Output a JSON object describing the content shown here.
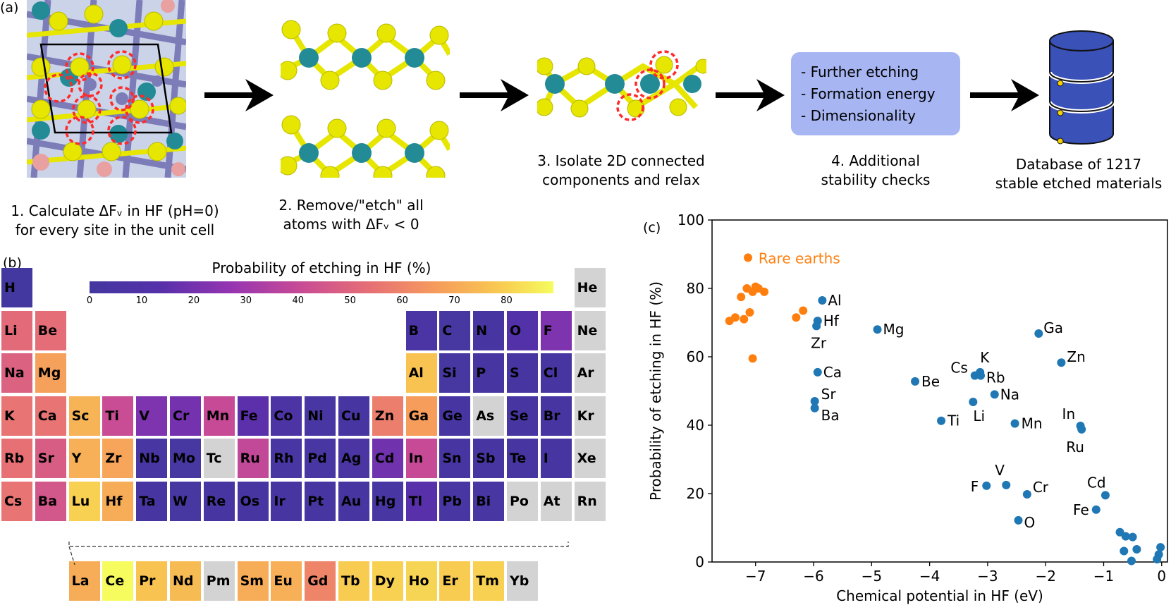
{
  "panel_labels": {
    "a": "(a)",
    "b": "(b)",
    "c": "(c)"
  },
  "workflow": {
    "step1": [
      "1. Calculate ΔFᵥ in HF (pH=0)",
      "for every site in the unit cell"
    ],
    "step2": [
      "2. Remove/\"etch\" all",
      "atoms with ΔFᵥ < 0"
    ],
    "step3": [
      "3. Isolate 2D connected",
      "components and relax"
    ],
    "step4": [
      "4. Additional",
      "stability checks"
    ],
    "step5": [
      "Database of 1217",
      "stable etched materials"
    ],
    "checks": [
      "- Further etching",
      "- Formation energy",
      "- Dimensionality"
    ],
    "colors": {
      "check_box": "#a7b6f3",
      "database": "#3a51b8",
      "atom_s": "#e6e600",
      "atom_m": "#228b96",
      "atom_x": "#e8a0a0",
      "atom_y": "#7c7cb8",
      "etch_ring": "#ff2a2a"
    }
  },
  "colorbar": {
    "title": "Probability of etching in HF (%)",
    "ticks": [
      "0",
      "10",
      "20",
      "30",
      "40",
      "50",
      "60",
      "70",
      "80"
    ],
    "range": [
      0,
      89
    ]
  },
  "periodic_table": {
    "not_available_color": "#d3d3d3",
    "elements": [
      {
        "s": "H",
        "r": 0,
        "c": 0,
        "v": 0
      },
      {
        "s": "He",
        "r": 0,
        "c": 17,
        "v": null
      },
      {
        "s": "Li",
        "r": 1,
        "c": 0,
        "v": 52
      },
      {
        "s": "Be",
        "r": 1,
        "c": 1,
        "v": 53
      },
      {
        "s": "B",
        "r": 1,
        "c": 12,
        "v": 6
      },
      {
        "s": "C",
        "r": 1,
        "c": 13,
        "v": 2
      },
      {
        "s": "N",
        "r": 1,
        "c": 14,
        "v": 3
      },
      {
        "s": "O",
        "r": 1,
        "c": 15,
        "v": 12
      },
      {
        "s": "F",
        "r": 1,
        "c": 16,
        "v": 22
      },
      {
        "s": "Ne",
        "r": 1,
        "c": 17,
        "v": null
      },
      {
        "s": "Na",
        "r": 2,
        "c": 0,
        "v": 49
      },
      {
        "s": "Mg",
        "r": 2,
        "c": 1,
        "v": 68
      },
      {
        "s": "Al",
        "r": 2,
        "c": 12,
        "v": 77
      },
      {
        "s": "Si",
        "r": 2,
        "c": 13,
        "v": 2
      },
      {
        "s": "P",
        "r": 2,
        "c": 14,
        "v": 3
      },
      {
        "s": "S",
        "r": 2,
        "c": 15,
        "v": 3
      },
      {
        "s": "Cl",
        "r": 2,
        "c": 16,
        "v": 3
      },
      {
        "s": "Ar",
        "r": 2,
        "c": 17,
        "v": null
      },
      {
        "s": "K",
        "r": 3,
        "c": 0,
        "v": 55
      },
      {
        "s": "Ca",
        "r": 3,
        "c": 1,
        "v": 55
      },
      {
        "s": "Sc",
        "r": 3,
        "c": 2,
        "v": 73
      },
      {
        "s": "Ti",
        "r": 3,
        "c": 3,
        "v": 41
      },
      {
        "s": "V",
        "r": 3,
        "c": 4,
        "v": 22
      },
      {
        "s": "Cr",
        "r": 3,
        "c": 5,
        "v": 20
      },
      {
        "s": "Mn",
        "r": 3,
        "c": 6,
        "v": 40
      },
      {
        "s": "Fe",
        "r": 3,
        "c": 7,
        "v": 15
      },
      {
        "s": "Co",
        "r": 3,
        "c": 8,
        "v": 7
      },
      {
        "s": "Ni",
        "r": 3,
        "c": 9,
        "v": 4
      },
      {
        "s": "Cu",
        "r": 3,
        "c": 10,
        "v": 3
      },
      {
        "s": "Zn",
        "r": 3,
        "c": 11,
        "v": 58
      },
      {
        "s": "Ga",
        "r": 3,
        "c": 12,
        "v": 67
      },
      {
        "s": "Ge",
        "r": 3,
        "c": 13,
        "v": 3
      },
      {
        "s": "As",
        "r": 3,
        "c": 14,
        "v": null
      },
      {
        "s": "Se",
        "r": 3,
        "c": 15,
        "v": 3
      },
      {
        "s": "Br",
        "r": 3,
        "c": 16,
        "v": 3
      },
      {
        "s": "Kr",
        "r": 3,
        "c": 17,
        "v": null
      },
      {
        "s": "Rb",
        "r": 4,
        "c": 0,
        "v": 54
      },
      {
        "s": "Sr",
        "r": 4,
        "c": 1,
        "v": 47
      },
      {
        "s": "Y",
        "r": 4,
        "c": 2,
        "v": 72
      },
      {
        "s": "Zr",
        "r": 4,
        "c": 3,
        "v": 69
      },
      {
        "s": "Nb",
        "r": 4,
        "c": 4,
        "v": 4
      },
      {
        "s": "Mo",
        "r": 4,
        "c": 5,
        "v": 2
      },
      {
        "s": "Tc",
        "r": 4,
        "c": 6,
        "v": null
      },
      {
        "s": "Ru",
        "r": 4,
        "c": 7,
        "v": 39
      },
      {
        "s": "Rh",
        "r": 4,
        "c": 8,
        "v": 4
      },
      {
        "s": "Pd",
        "r": 4,
        "c": 9,
        "v": 4
      },
      {
        "s": "Ag",
        "r": 4,
        "c": 10,
        "v": 5
      },
      {
        "s": "Cd",
        "r": 4,
        "c": 11,
        "v": 19
      },
      {
        "s": "In",
        "r": 4,
        "c": 12,
        "v": 40
      },
      {
        "s": "Sn",
        "r": 4,
        "c": 13,
        "v": 3
      },
      {
        "s": "Sb",
        "r": 4,
        "c": 14,
        "v": 3
      },
      {
        "s": "Te",
        "r": 4,
        "c": 15,
        "v": 3
      },
      {
        "s": "I",
        "r": 4,
        "c": 16,
        "v": 3
      },
      {
        "s": "Xe",
        "r": 4,
        "c": 17,
        "v": null
      },
      {
        "s": "Cs",
        "r": 5,
        "c": 0,
        "v": 55
      },
      {
        "s": "Ba",
        "r": 5,
        "c": 1,
        "v": 45
      },
      {
        "s": "Lu",
        "r": 5,
        "c": 2,
        "v": 80
      },
      {
        "s": "Hf",
        "r": 5,
        "c": 3,
        "v": 71
      },
      {
        "s": "Ta",
        "r": 5,
        "c": 4,
        "v": 3
      },
      {
        "s": "W",
        "r": 5,
        "c": 5,
        "v": 2
      },
      {
        "s": "Re",
        "r": 5,
        "c": 6,
        "v": 3
      },
      {
        "s": "Os",
        "r": 5,
        "c": 7,
        "v": 3
      },
      {
        "s": "Ir",
        "r": 5,
        "c": 8,
        "v": 3
      },
      {
        "s": "Pt",
        "r": 5,
        "c": 9,
        "v": 3
      },
      {
        "s": "Au",
        "r": 5,
        "c": 10,
        "v": 3
      },
      {
        "s": "Hg",
        "r": 5,
        "c": 11,
        "v": 4
      },
      {
        "s": "Tl",
        "r": 5,
        "c": 12,
        "v": 14
      },
      {
        "s": "Pb",
        "r": 5,
        "c": 13,
        "v": 4
      },
      {
        "s": "Bi",
        "r": 5,
        "c": 14,
        "v": 4
      },
      {
        "s": "Po",
        "r": 5,
        "c": 15,
        "v": null
      },
      {
        "s": "At",
        "r": 5,
        "c": 16,
        "v": null
      },
      {
        "s": "Rn",
        "r": 5,
        "c": 17,
        "v": null
      },
      {
        "s": "La",
        "r": 6,
        "c": 2,
        "v": 71
      },
      {
        "s": "Ce",
        "r": 6,
        "c": 3,
        "v": 89
      },
      {
        "s": "Pr",
        "r": 6,
        "c": 4,
        "v": 77
      },
      {
        "s": "Nd",
        "r": 6,
        "c": 5,
        "v": 75
      },
      {
        "s": "Pm",
        "r": 6,
        "c": 6,
        "v": null
      },
      {
        "s": "Sm",
        "r": 6,
        "c": 7,
        "v": 71
      },
      {
        "s": "Eu",
        "r": 6,
        "c": 8,
        "v": 72
      },
      {
        "s": "Gd",
        "r": 6,
        "c": 9,
        "v": 60
      },
      {
        "s": "Tb",
        "r": 6,
        "c": 10,
        "v": 79
      },
      {
        "s": "Dy",
        "r": 6,
        "c": 11,
        "v": 80
      },
      {
        "s": "Ho",
        "r": 6,
        "c": 12,
        "v": 81
      },
      {
        "s": "Er",
        "r": 6,
        "c": 13,
        "v": 79
      },
      {
        "s": "Tm",
        "r": 6,
        "c": 14,
        "v": 80
      },
      {
        "s": "Yb",
        "r": 6,
        "c": 15,
        "v": null
      }
    ]
  },
  "chart_data": {
    "type": "scatter",
    "xlabel": "Chemical potential in HF (eV)",
    "ylabel": "Probability of etching in HF (%)",
    "xlim": [
      -7.75,
      0.1
    ],
    "ylim": [
      0,
      100
    ],
    "xticks": [
      -7,
      -6,
      -5,
      -4,
      -3,
      -2,
      -1,
      0
    ],
    "yticks": [
      0,
      20,
      40,
      60,
      80,
      100
    ],
    "grid": false,
    "annotation": "Rare earths",
    "colors": {
      "elements": "#1f77b4",
      "rare_earths": "#ff7f0e"
    },
    "rare_earths": [
      [
        -7.13,
        89
      ],
      [
        -7.45,
        70.5
      ],
      [
        -7.35,
        71.5
      ],
      [
        -7.2,
        71
      ],
      [
        -7.1,
        73
      ],
      [
        -7.25,
        77.5
      ],
      [
        -7.15,
        80
      ],
      [
        -7.05,
        79
      ],
      [
        -6.95,
        80
      ],
      [
        -6.85,
        79
      ],
      [
        -7.0,
        80.5
      ],
      [
        -7.05,
        59.5
      ],
      [
        -6.18,
        73.5
      ],
      [
        -6.3,
        71.5
      ]
    ],
    "elements": [
      {
        "name": "Al",
        "x": -5.85,
        "y": 76.5
      },
      {
        "name": "Hf",
        "x": -5.93,
        "y": 70.5
      },
      {
        "name": "Zr",
        "x": -5.95,
        "y": 69
      },
      {
        "name": "Mg",
        "x": -4.9,
        "y": 68
      },
      {
        "name": "Ca",
        "x": -5.93,
        "y": 55.5
      },
      {
        "name": "Sr",
        "x": -5.98,
        "y": 47
      },
      {
        "name": "Ba",
        "x": -5.98,
        "y": 45
      },
      {
        "name": "Be",
        "x": -4.25,
        "y": 52.8
      },
      {
        "name": "Ti",
        "x": -3.8,
        "y": 41.3
      },
      {
        "name": "Cs",
        "x": -3.22,
        "y": 54.5
      },
      {
        "name": "K",
        "x": -3.13,
        "y": 55.5
      },
      {
        "name": "Rb",
        "x": -3.12,
        "y": 54.5
      },
      {
        "name": "Na",
        "x": -2.88,
        "y": 49
      },
      {
        "name": "Li",
        "x": -3.25,
        "y": 46.8
      },
      {
        "name": "Mn",
        "x": -2.53,
        "y": 40.5
      },
      {
        "name": "Ga",
        "x": -2.12,
        "y": 66.8
      },
      {
        "name": "Zn",
        "x": -1.73,
        "y": 58.3
      },
      {
        "name": "In",
        "x": -1.4,
        "y": 39.8
      },
      {
        "name": "Ru",
        "x": -1.38,
        "y": 38.8
      },
      {
        "name": "F",
        "x": -3.02,
        "y": 22.3
      },
      {
        "name": "V",
        "x": -2.68,
        "y": 22.5
      },
      {
        "name": "Cr",
        "x": -2.32,
        "y": 19.8
      },
      {
        "name": "O",
        "x": -2.47,
        "y": 12.2
      },
      {
        "name": "Cd",
        "x": -0.97,
        "y": 19.5
      },
      {
        "name": "Fe",
        "x": -1.13,
        "y": 15.3
      },
      {
        "name": "",
        "x": -0.72,
        "y": 8.7
      },
      {
        "name": "",
        "x": -0.62,
        "y": 7.5
      },
      {
        "name": "",
        "x": -0.5,
        "y": 7.3
      },
      {
        "name": "",
        "x": -0.65,
        "y": 3.2
      },
      {
        "name": "",
        "x": -0.43,
        "y": 3.7
      },
      {
        "name": "",
        "x": -0.52,
        "y": 0.3
      },
      {
        "name": "",
        "x": -0.02,
        "y": 4.3
      },
      {
        "name": "",
        "x": -0.05,
        "y": 2.2
      },
      {
        "name": "",
        "x": -0.08,
        "y": 0.8
      }
    ]
  }
}
